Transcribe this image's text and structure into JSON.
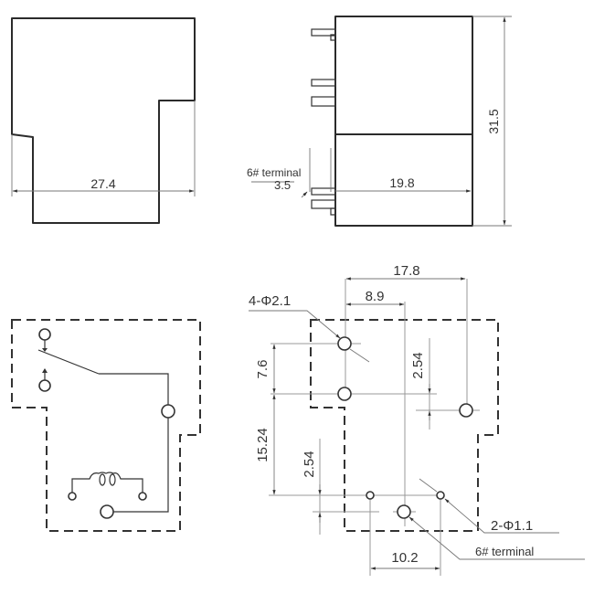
{
  "front_view": {
    "width_dim": "27.4"
  },
  "side_view": {
    "height_dim": "31.5",
    "depth_dim": "19.8",
    "terminal_offset_dim": "3.5",
    "terminal_label": "6# terminal"
  },
  "schematic": {
    "symbols": [
      "normally-closed-contact",
      "normally-open-contact",
      "common-contact",
      "coil"
    ]
  },
  "pcb_layout": {
    "hole_spec_large": "4-Φ2.1",
    "hole_spec_small": "2-Φ1.1",
    "terminal_label": "6# terminal",
    "dims": {
      "horiz_total": "17.8",
      "horiz_half": "8.9",
      "vert_upper": "7.6",
      "vert_lower": "15.24",
      "pitch_right": "2.54",
      "pitch_bottom": "2.54",
      "bottom_span": "10.2"
    }
  }
}
